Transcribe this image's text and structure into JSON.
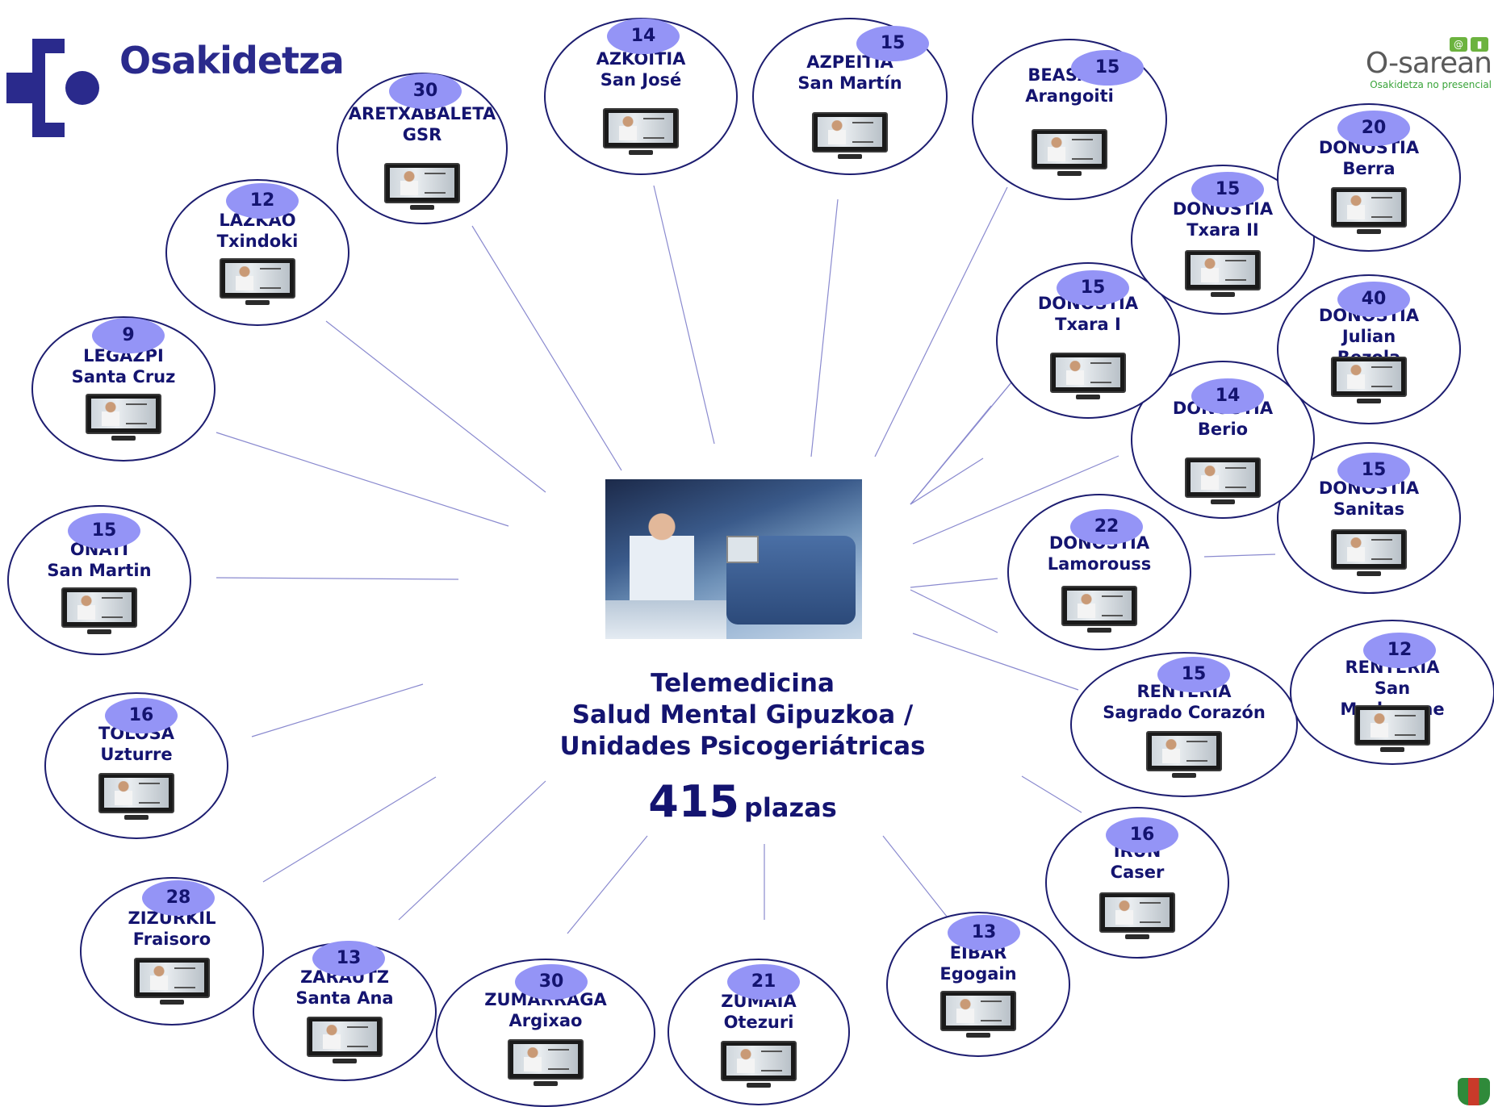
{
  "logos": {
    "osakidetza": "Osakidetza",
    "osarean": "O-sarean",
    "osarean_tagline": "Osakidetza no presencial",
    "osarean_mini_icons": [
      "@",
      "▮"
    ]
  },
  "center": {
    "title_lines": [
      "Telemedicina",
      "Salud Mental Gipuzkoa /",
      "Unidades Psicogeriátricas"
    ],
    "total": "415",
    "total_unit": "plazas"
  },
  "colors": {
    "node_border": "#1d1d70",
    "badge_fill": "#9494f6",
    "text": "#141470",
    "connector": "#8a8acf"
  },
  "icons": [
    "telemedicine-screen-icon"
  ],
  "nodes": [
    {
      "id": "aretxabaleta",
      "count": "30",
      "lines": [
        "ARETXABALETA",
        "GSR"
      ]
    },
    {
      "id": "azkoitia",
      "count": "14",
      "lines": [
        "AZKOITIA",
        "San José"
      ]
    },
    {
      "id": "azpeitia",
      "count": "15",
      "lines": [
        "AZPEITIA",
        "San Martín"
      ]
    },
    {
      "id": "beasain",
      "count": "15",
      "lines": [
        "BEASAIN",
        "Arangoiti"
      ]
    },
    {
      "id": "lazkao",
      "count": "12",
      "lines": [
        "LAZKAO",
        "Txindoki"
      ]
    },
    {
      "id": "legazpi",
      "count": "9",
      "lines": [
        "LEGAZPI",
        "Santa Cruz"
      ]
    },
    {
      "id": "onati",
      "count": "15",
      "lines": [
        "OÑATI",
        "San Martin"
      ]
    },
    {
      "id": "tolosa",
      "count": "16",
      "lines": [
        "TOLOSA",
        "Uzturre"
      ]
    },
    {
      "id": "zizurkil",
      "count": "28",
      "lines": [
        "ZIZURKIL",
        "Fraisoro"
      ]
    },
    {
      "id": "zarautz",
      "count": "13",
      "lines": [
        "ZARAUTZ",
        "Santa Ana"
      ]
    },
    {
      "id": "zumarraga",
      "count": "30",
      "lines": [
        "ZUMARRAGA",
        "Argixao"
      ]
    },
    {
      "id": "zumaia",
      "count": "21",
      "lines": [
        "ZUMAIA",
        "Otezuri"
      ]
    },
    {
      "id": "eibar",
      "count": "13",
      "lines": [
        "EIBAR",
        "Egogain"
      ]
    },
    {
      "id": "irun",
      "count": "16",
      "lines": [
        "IRUN",
        "Caser"
      ]
    },
    {
      "id": "renteria-sc",
      "count": "15",
      "lines": [
        "RENTERIA",
        "Sagrado Corazón"
      ]
    },
    {
      "id": "renteria-sm",
      "count": "12",
      "lines": [
        "RENTERIA",
        "San",
        "Markosene"
      ]
    },
    {
      "id": "donostia-lamorouss",
      "count": "22",
      "lines": [
        "DONOSTIA",
        "Lamorouss"
      ]
    },
    {
      "id": "donostia-sanitas",
      "count": "15",
      "lines": [
        "DONOSTIA",
        "Sanitas"
      ]
    },
    {
      "id": "donostia-berio",
      "count": "14",
      "lines": [
        "DONOSTIA",
        "Berio"
      ]
    },
    {
      "id": "donostia-julian",
      "count": "40",
      "lines": [
        "DONOSTIA",
        "Julian",
        "Rezola"
      ]
    },
    {
      "id": "donostia-txara1",
      "count": "15",
      "lines": [
        "DONOSTIA",
        "Txara I"
      ]
    },
    {
      "id": "donostia-txara2",
      "count": "15",
      "lines": [
        "DONOSTIA",
        "Txara II"
      ]
    },
    {
      "id": "donostia-berra",
      "count": "20",
      "lines": [
        "DONOSTIA",
        "Berra"
      ]
    }
  ]
}
